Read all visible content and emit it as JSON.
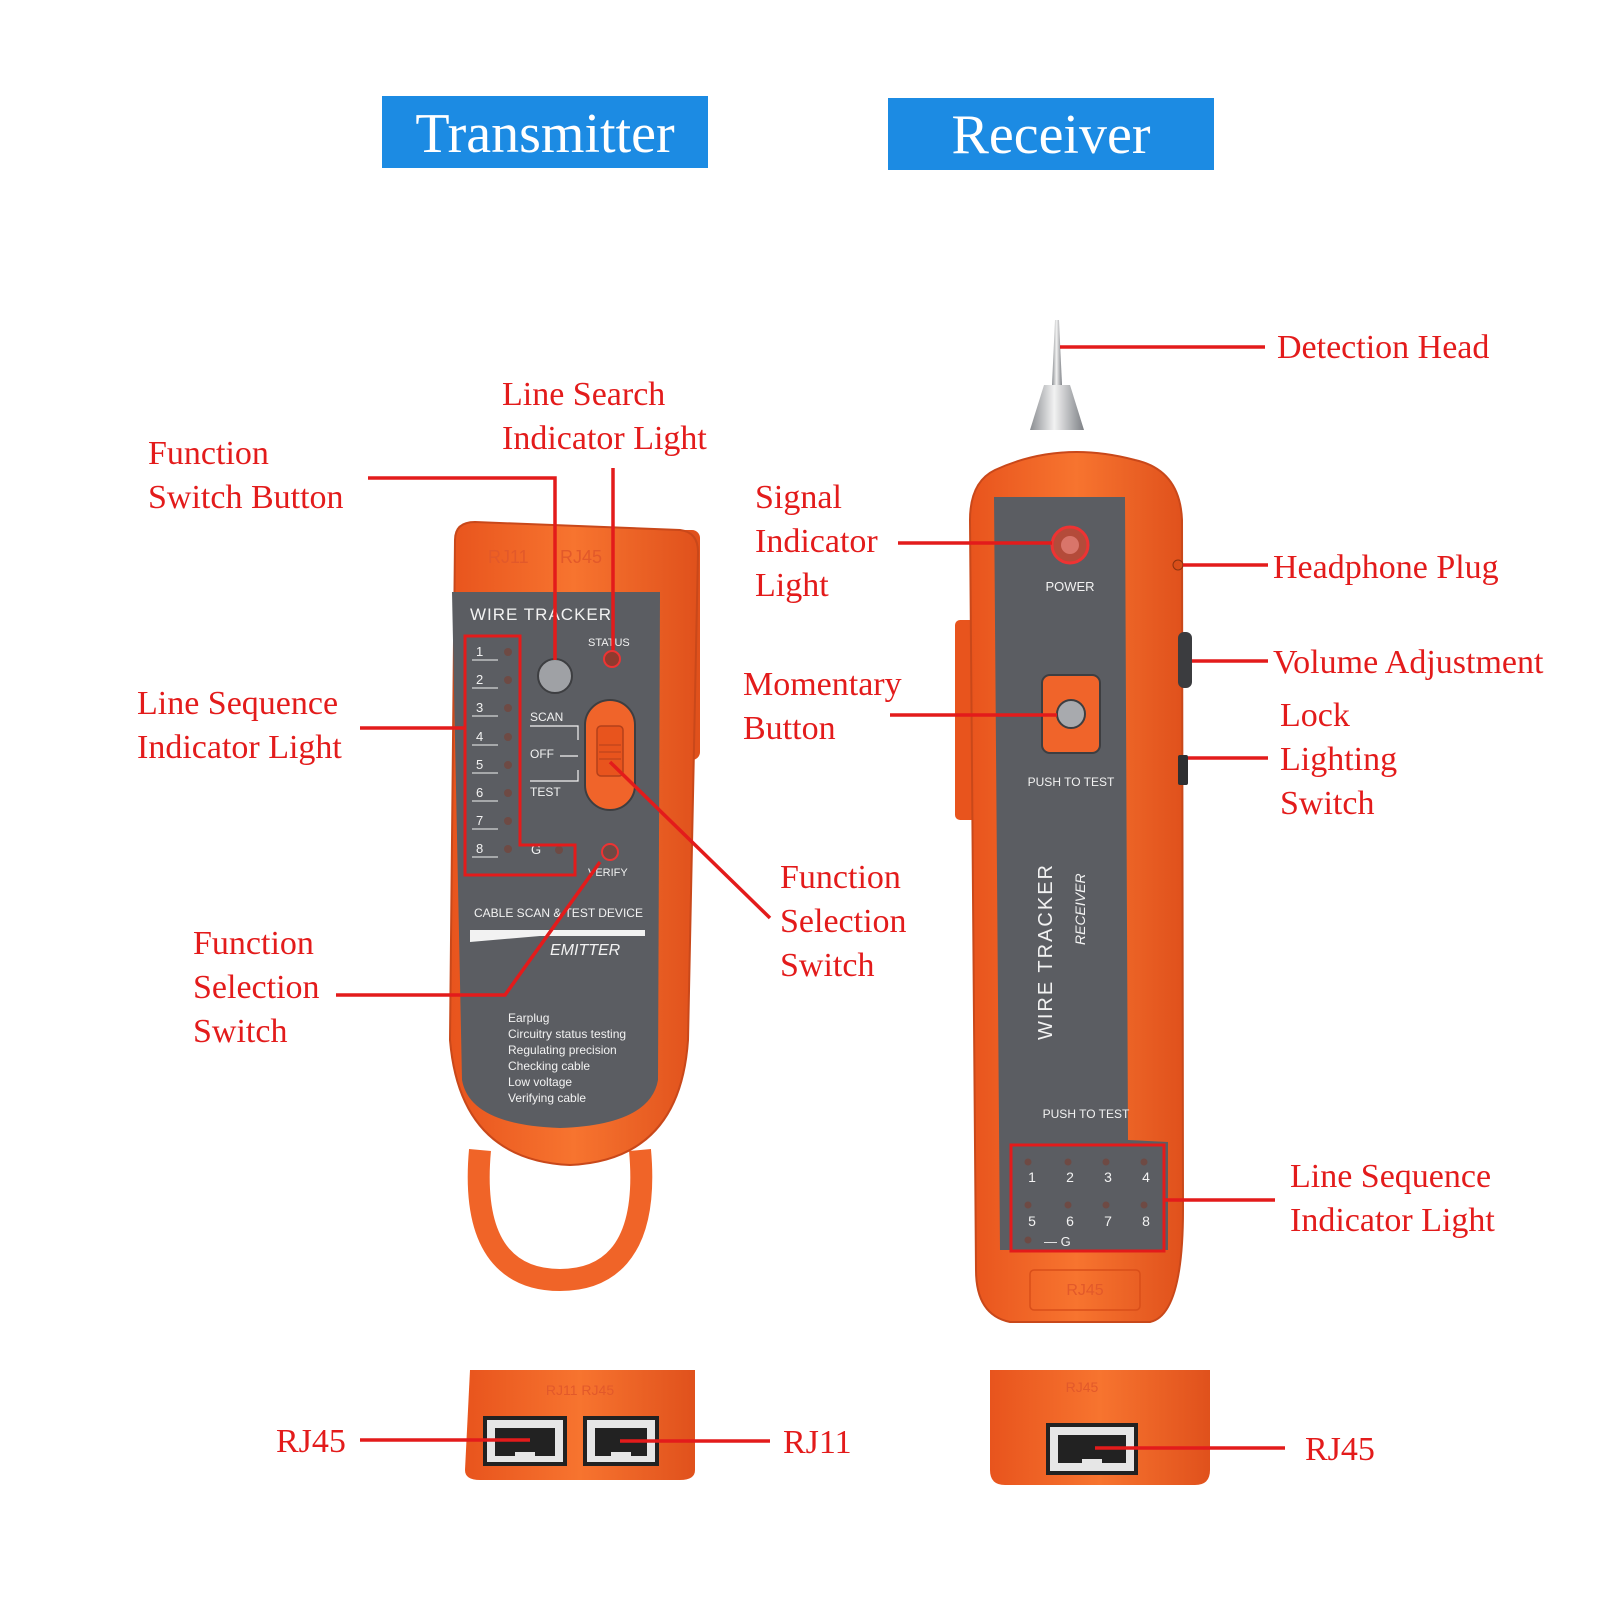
{
  "colors": {
    "callout": "#e31b1b",
    "header_bg": "#1c8be3",
    "header_text": "#ffffff",
    "body_orange": "#f3652a",
    "body_orange_dark": "#d94e19",
    "panel_gray": "#5b5d62",
    "panel_text": "#f2f2f2"
  },
  "headers": {
    "transmitter": "Transmitter",
    "receiver": "Receiver"
  },
  "transmitter": {
    "top_marks": [
      "RJ11",
      "RJ45"
    ],
    "panel_title": "WIRE TRACKER",
    "status_label": "STATUS",
    "line_numbers": [
      "1",
      "2",
      "3",
      "4",
      "5",
      "6",
      "7",
      "8"
    ],
    "ground_label": "G",
    "switch_positions": [
      "SCAN",
      "OFF",
      "TEST"
    ],
    "verify_label": "VERIFY",
    "device_subtitle": "CABLE SCAN & TEST DEVICE",
    "model_label": "EMITTER",
    "feature_list": [
      "Earplug",
      "Circuitry status testing",
      "Regulating precision",
      "Checking cable",
      "Low voltage",
      "Verifying cable"
    ]
  },
  "receiver": {
    "power_label": "POWER",
    "push_to_test_top": "PUSH TO TEST",
    "wire_tracker_label": "WIRE TRACKER",
    "receiver_label": "RECEIVER",
    "push_to_test_bottom": "PUSH TO TEST",
    "line_numbers_row1": [
      "1",
      "2",
      "3",
      "4"
    ],
    "line_numbers_row2": [
      "5",
      "6",
      "7",
      "8"
    ],
    "ground_label": "— G",
    "bottom_mark": "RJ45"
  },
  "bottom_ports": {
    "transmitter_top_mark": "RJ11   RJ45",
    "receiver_top_mark": "RJ45"
  },
  "callouts": {
    "function_switch_button": [
      "Function",
      "Switch Button"
    ],
    "line_search_indicator": [
      "Line Search",
      "Indicator Light"
    ],
    "line_sequence_tx": [
      "Line Sequence",
      "Indicator Light"
    ],
    "function_selection_left": [
      "Function",
      "Selection",
      "Switch"
    ],
    "function_selection_right": [
      "Function",
      "Selection",
      "Switch"
    ],
    "signal_indicator": [
      "Signal",
      "Indicator",
      "Light"
    ],
    "momentary_button": [
      "Momentary",
      "Button"
    ],
    "detection_head": "Detection Head",
    "headphone_plug": "Headphone Plug",
    "volume_adjustment": "Volume Adjustment",
    "lock_lighting_switch": [
      "Lock",
      "Lighting",
      "Switch"
    ],
    "line_sequence_rx": [
      "Line Sequence",
      "Indicator Light"
    ],
    "rj45_left": "RJ45",
    "rj11": "RJ11",
    "rj45_right": "RJ45"
  }
}
